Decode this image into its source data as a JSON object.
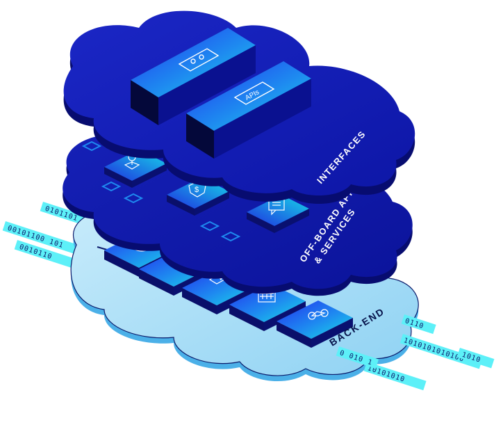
{
  "layers": {
    "interfaces": {
      "label": "INTERFACES",
      "tiles": [
        {
          "icon": "bicycle-screen-icon"
        },
        {
          "icon": "apis-screen-icon",
          "text": "APIs"
        }
      ]
    },
    "offboard": {
      "label_line1": "OFF-BOARD APP",
      "label_line2": "& SERVICES",
      "tiles": [
        {
          "icon": "map-pin-icon"
        },
        {
          "icon": "dollar-shield-icon"
        },
        {
          "icon": "chat-document-icon"
        }
      ]
    },
    "backend": {
      "label": "BACK-END",
      "tiles": [
        {
          "icon": "brain-icon"
        },
        {
          "icon": "network-nodes-icon"
        },
        {
          "icon": "play-screen-icon"
        },
        {
          "icon": "building-icon"
        },
        {
          "icon": "bicycle-icon"
        }
      ]
    }
  },
  "binary_strips": {
    "left": [
      "0101101",
      "00101100 101",
      "0010110"
    ],
    "right": [
      "0110",
      "1010101010100",
      "1010",
      "10101010",
      "0 010 1"
    ]
  },
  "colors": {
    "cloud_dark": "#0d17a8",
    "cloud_mid": "#1a25c8",
    "cloud_light": "#a8ddf7",
    "tile_cyan": "#19d6e8",
    "tile_blue": "#2a3cf0",
    "strip_cyan": "#5df0f8"
  }
}
